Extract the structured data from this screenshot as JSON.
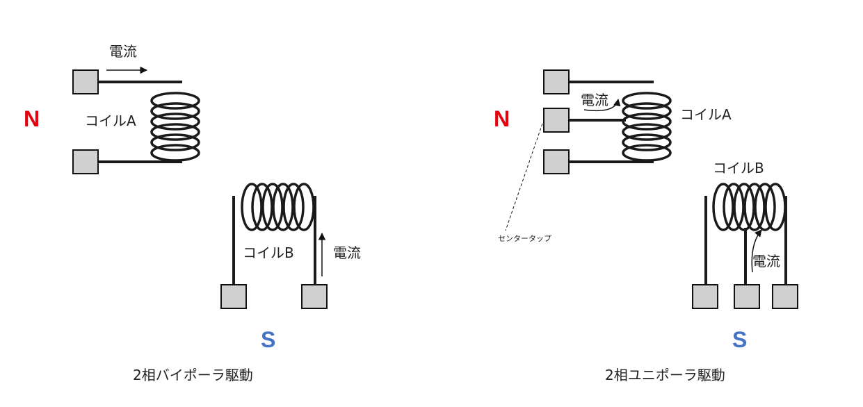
{
  "colors": {
    "north": "#e8000b",
    "south": "#4472c4",
    "terminal_fill": "#d0d0d0",
    "wire": "#1a1a1a"
  },
  "bipolar": {
    "north_label": "N",
    "south_label": "S",
    "coil_a_label": "コイルA",
    "coil_b_label": "コイルB",
    "current_a_label": "電流",
    "current_b_label": "電流",
    "caption": "2相バイポーラ駆動"
  },
  "unipolar": {
    "north_label": "N",
    "south_label": "S",
    "coil_a_label": "コイルA",
    "coil_b_label": "コイルB",
    "current_a_label": "電流",
    "current_b_label": "電流",
    "center_tap_label": "センタータップ",
    "caption": "2相ユニポーラ駆動"
  }
}
